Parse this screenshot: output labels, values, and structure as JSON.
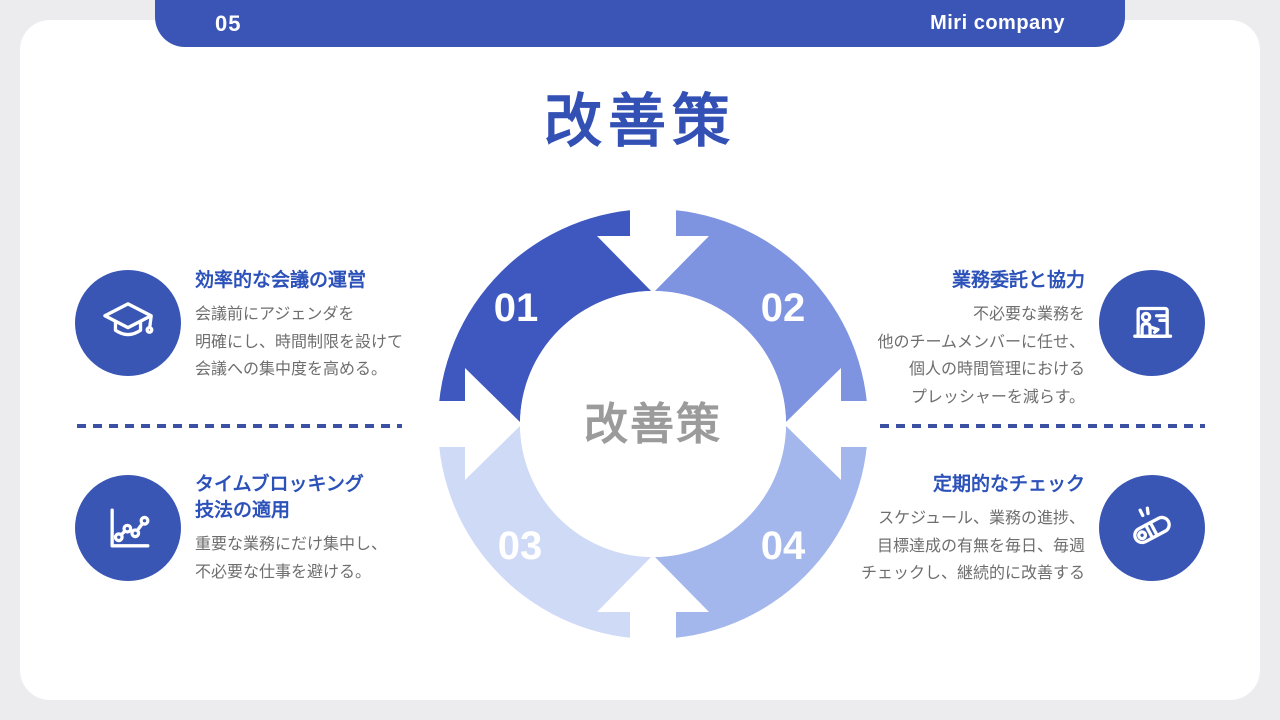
{
  "header": {
    "page_number": "05",
    "company": "Miri company"
  },
  "title": "改善策",
  "diagram": {
    "center_label": "改善策",
    "steps": [
      {
        "number": "01",
        "color": "#3f58c0"
      },
      {
        "number": "02",
        "color": "#7e94e1"
      },
      {
        "number": "03",
        "color": "#cedaf6"
      },
      {
        "number": "04",
        "color": "#a4b7ed"
      }
    ]
  },
  "items": [
    {
      "step": "01",
      "icon": "graduation-cap",
      "heading": [
        "効率的な会議の運営"
      ],
      "body": [
        "会議前にアジェンダを",
        "明確にし、時間制限を設けて",
        "会議への集中度を高める。"
      ]
    },
    {
      "step": "02",
      "icon": "presentation-board",
      "heading": [
        "業務委託と協力"
      ],
      "body": [
        "不必要な業務を",
        "他のチームメンバーに任せ、",
        "個人の時間管理における",
        "プレッシャーを減らす。"
      ]
    },
    {
      "step": "03",
      "icon": "line-chart",
      "heading": [
        "タイムブロッキング",
        "技法の適用"
      ],
      "body": [
        "重要な業務にだけ集中し、",
        "不必要な仕事を避ける。"
      ]
    },
    {
      "step": "04",
      "icon": "diploma-scroll",
      "heading": [
        "定期的なチェック"
      ],
      "body": [
        "スケジュール、業務の進捗、",
        "目標達成の有無を毎日、毎週",
        "チェックし、継続的に改善する"
      ]
    }
  ],
  "colors": {
    "brand_blue": "#3b55b7",
    "icon_circle_blue": "#3a56b5",
    "title_blue": "#3350b5",
    "heading_blue": "#2c52ba",
    "body_gray": "#6e6e6e",
    "center_gray": "#9b9b9b",
    "dash_blue": "#3c50a2",
    "background_gray": "#ececee"
  }
}
